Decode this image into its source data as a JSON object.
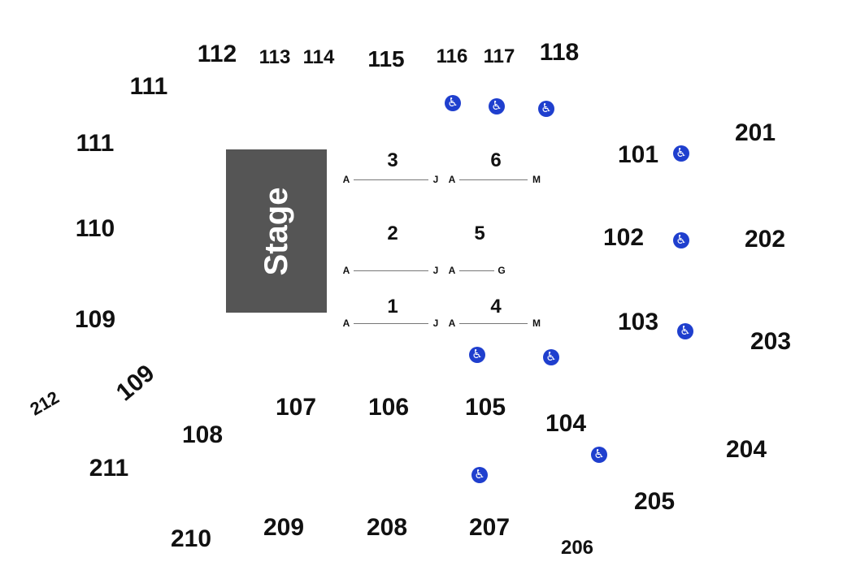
{
  "stage": {
    "label": "Stage"
  },
  "sections": {
    "s112": "112",
    "s113": "113",
    "s114": "114",
    "s115": "115",
    "s116": "116",
    "s117": "117",
    "s118": "118",
    "s111a": "111",
    "s111b": "111",
    "s110": "110",
    "s109a": "109",
    "s109b": "109",
    "s212": "212",
    "s211": "211",
    "s210": "210",
    "s108": "108",
    "s107": "107",
    "s106": "106",
    "s105": "105",
    "s104": "104",
    "s101": "101",
    "s102": "102",
    "s103": "103",
    "s201": "201",
    "s202": "202",
    "s203": "203",
    "s204": "204",
    "s205": "205",
    "s206": "206",
    "s207": "207",
    "s208": "208",
    "s209": "209"
  },
  "floor": {
    "f1": "1",
    "f2": "2",
    "f3": "3",
    "f4": "4",
    "f5": "5",
    "f6": "6",
    "rows": {
      "r3_start": "A",
      "r3_end": "J",
      "r6_start": "A",
      "r6_end": "M",
      "r2_start": "A",
      "r2_end": "J",
      "r5_start": "A",
      "r5_end": "G",
      "r1_start": "A",
      "r1_end": "J",
      "r4_start": "A",
      "r4_end": "M"
    }
  },
  "accessibility_icon": "wheelchair-icon",
  "accessibility_glyph": "♿",
  "colors": {
    "stage": "#555555",
    "accessible": "#1f3fce",
    "text": "#111111"
  }
}
